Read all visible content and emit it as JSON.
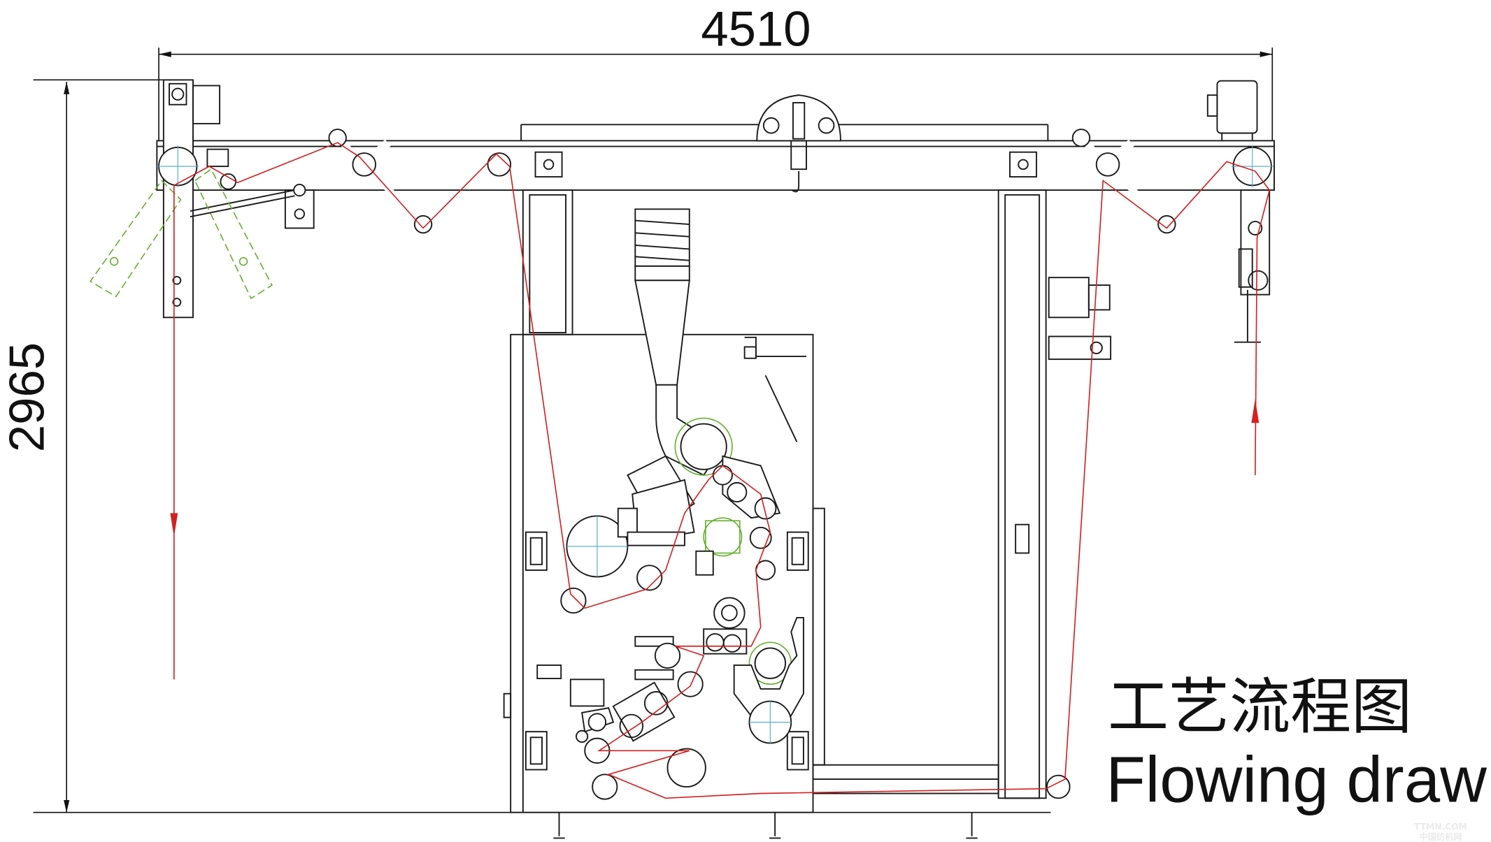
{
  "dimensions": {
    "width_label": "4510",
    "height_label": "2965"
  },
  "title": {
    "chinese": "工艺流程图",
    "english": "Flowing draw"
  },
  "watermark": {
    "line1": "TTMN.COM",
    "line2": "中国纺机网"
  },
  "colors": {
    "line": "#1a1a1a",
    "thread": "#d42020",
    "alt_position": "#66b030",
    "centerline": "#4aa8c8"
  }
}
